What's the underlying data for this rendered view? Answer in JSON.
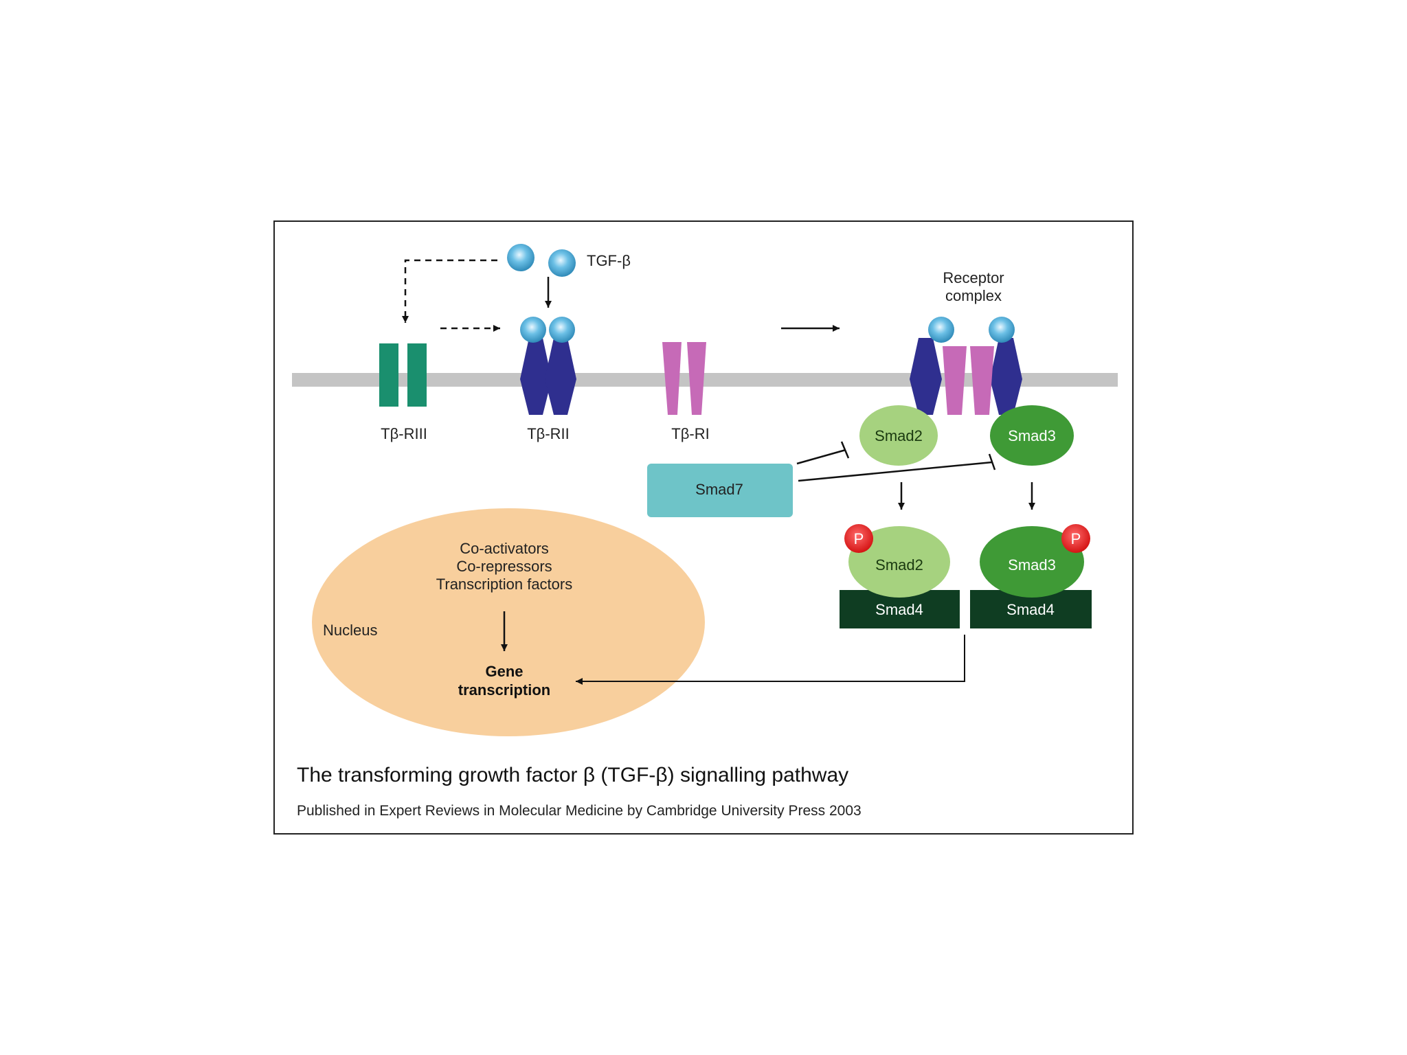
{
  "labels": {
    "ligand": "TGF-β",
    "receptor_complex": [
      "Receptor",
      "complex"
    ],
    "tbriii": "Tβ-RIII",
    "tbrii": "Tβ-RII",
    "tbri": "Tβ-RI",
    "smad2": "Smad2",
    "smad3": "Smad3",
    "smad7": "Smad7",
    "smad2_p": "Smad2",
    "smad3_p": "Smad3",
    "smad4_left": "Smad4",
    "smad4_right": "Smad4",
    "phospho_left": "P",
    "phospho_right": "P",
    "nucleus": "Nucleus",
    "regulators": [
      "Co-activators",
      "Co-repressors",
      "Transcription factors"
    ],
    "gene_transcription": [
      "Gene",
      "transcription"
    ]
  },
  "caption": {
    "title": "The transforming growth factor β (TGF-β) signalling pathway",
    "credit": "Published in Expert Reviews in Molecular Medicine by Cambridge University Press 2003"
  },
  "colors": {
    "membrane": "#c4c4c4",
    "tbriii": "#1a8f6e",
    "tbrii": "#2f2f8f",
    "tbri": "#c66ab7",
    "ligand": "#4aa8d0",
    "smad2": "#a6d27f",
    "smad3": "#3f9a36",
    "smad4": "#0f3d22",
    "smad7": "#6ec4c8",
    "nucleus": "#f8cf9d",
    "phosphate": "#e02020"
  }
}
